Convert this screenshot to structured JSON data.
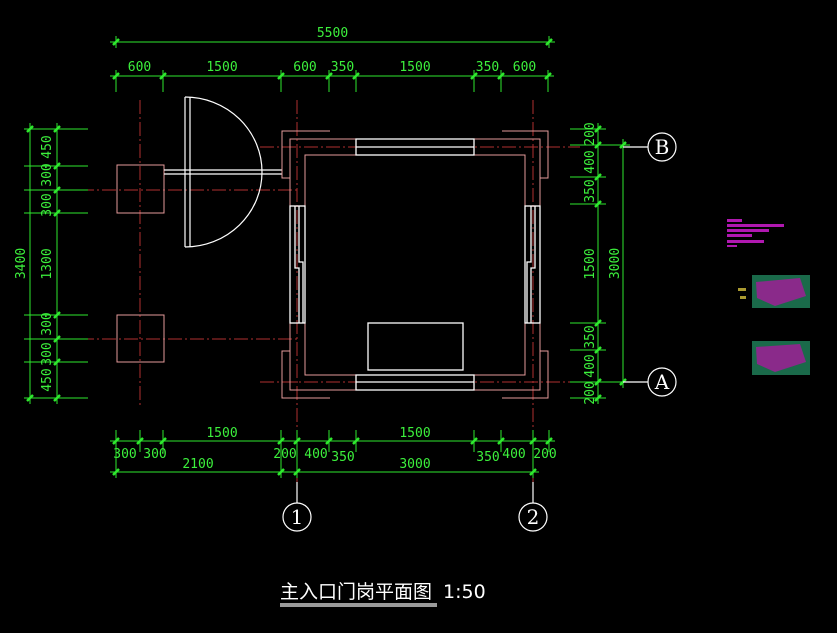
{
  "dimensions": {
    "top_overall": "5500",
    "top_segments": [
      "600",
      "1500",
      "600",
      "350",
      "1500",
      "350",
      "600"
    ],
    "left_overall": "3400",
    "left_segments": [
      "450",
      "300",
      "300",
      "1300",
      "300",
      "300",
      "450"
    ],
    "right_segments": [
      "200",
      "400",
      "350",
      "1500",
      "350",
      "400",
      "200"
    ],
    "right_overall": "3000",
    "bottom_segments": [
      "300",
      "300",
      "1500",
      "200",
      "400",
      "350",
      "1500",
      "350",
      "400",
      "200"
    ],
    "bottom_overall": [
      "2100",
      "3000"
    ]
  },
  "axes": {
    "B": "B",
    "A": "A",
    "one": "1",
    "two": "2"
  },
  "title": {
    "text": "主入口门岗平面图",
    "scale": "1:50"
  },
  "colors": {
    "dimension": "#2ee82e",
    "wall": "#e59a9a",
    "centerline": "#b03030",
    "thumbnail": "#c020c0"
  }
}
